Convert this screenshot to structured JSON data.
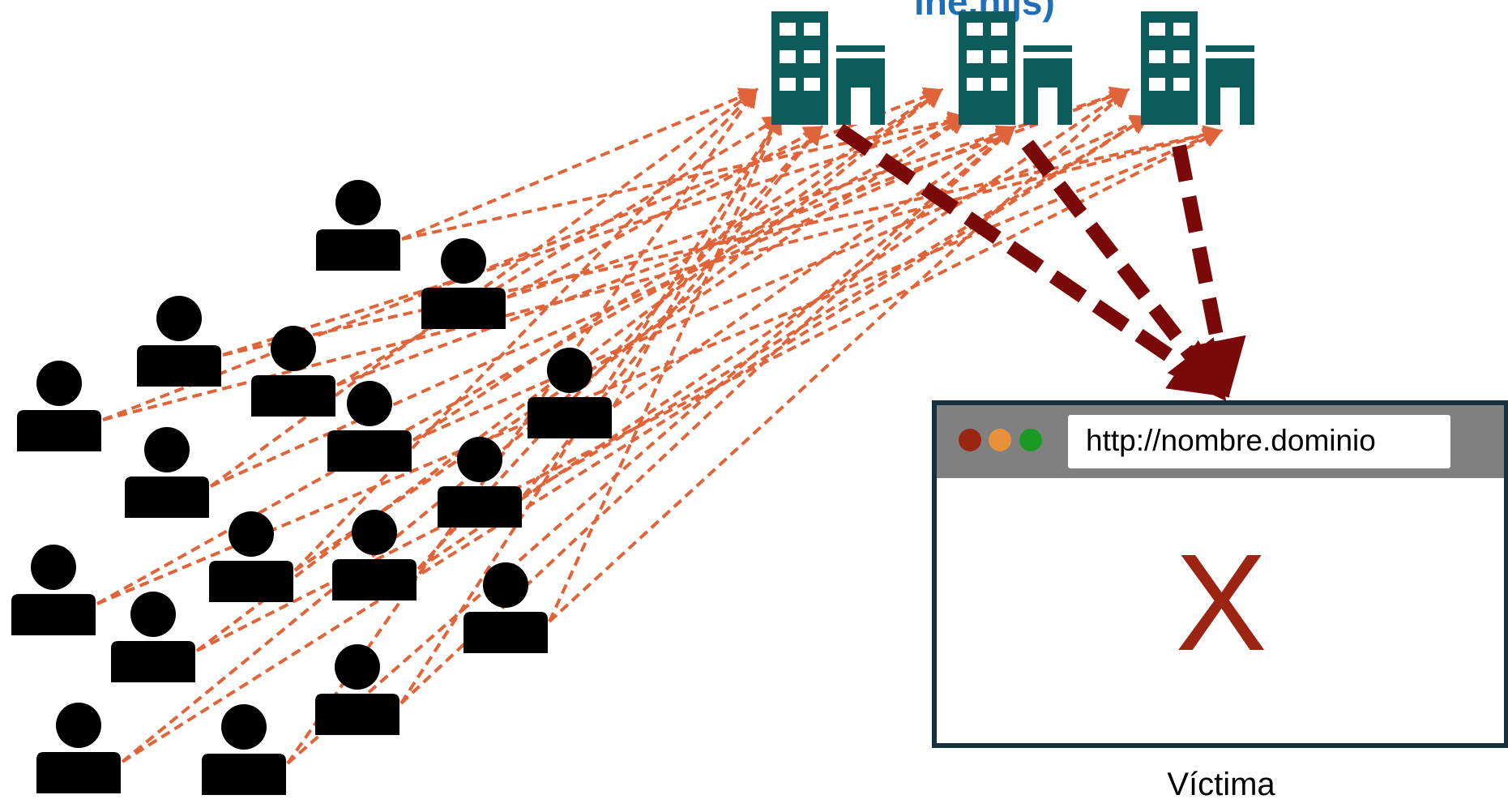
{
  "diagram": {
    "top_title": "ine.nijs)",
    "servers_label": "",
    "victim": {
      "url": "http://nombre.dominio",
      "error_mark": "X",
      "caption": "Víctima"
    },
    "colors": {
      "building": "#0d5c5c",
      "person": "#000000",
      "request_arrow": "#e0643a",
      "attack_arrow": "#7a0a0a",
      "title": "#1f6fb8",
      "browser_frame": "#173040",
      "browser_bar": "#808080",
      "dot_red": "#9c2413",
      "dot_orange": "#e8913a",
      "dot_green": "#1a9a23",
      "error_mark": "#9c2413"
    },
    "icons": {
      "server": "office-building-icon",
      "user": "person-icon",
      "victim": "browser-window-icon"
    }
  }
}
